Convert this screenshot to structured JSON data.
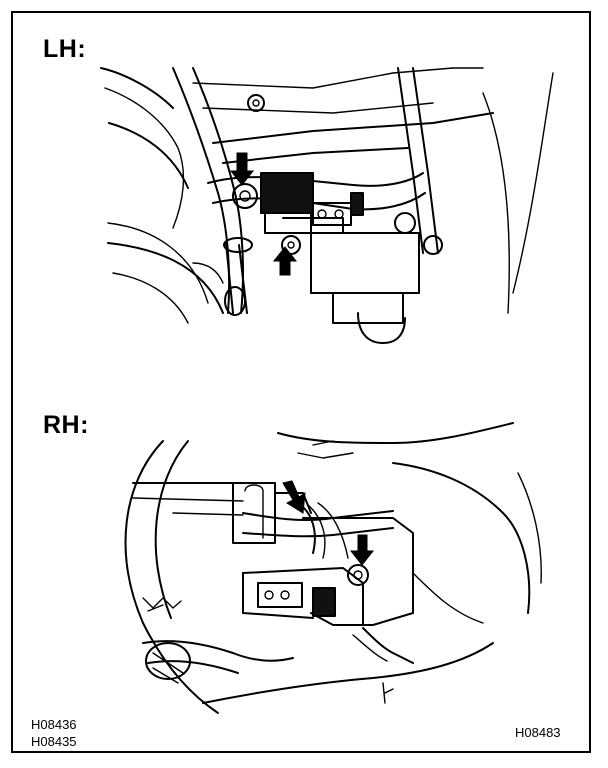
{
  "sections": {
    "lh": {
      "label": "LH:"
    },
    "rh": {
      "label": "RH:"
    }
  },
  "figure_codes": {
    "bottom_left_top": "H08436",
    "bottom_left_bottom": "H08435",
    "bottom_right": "H08483"
  },
  "colors": {
    "line": "#000000",
    "background": "#ffffff"
  }
}
